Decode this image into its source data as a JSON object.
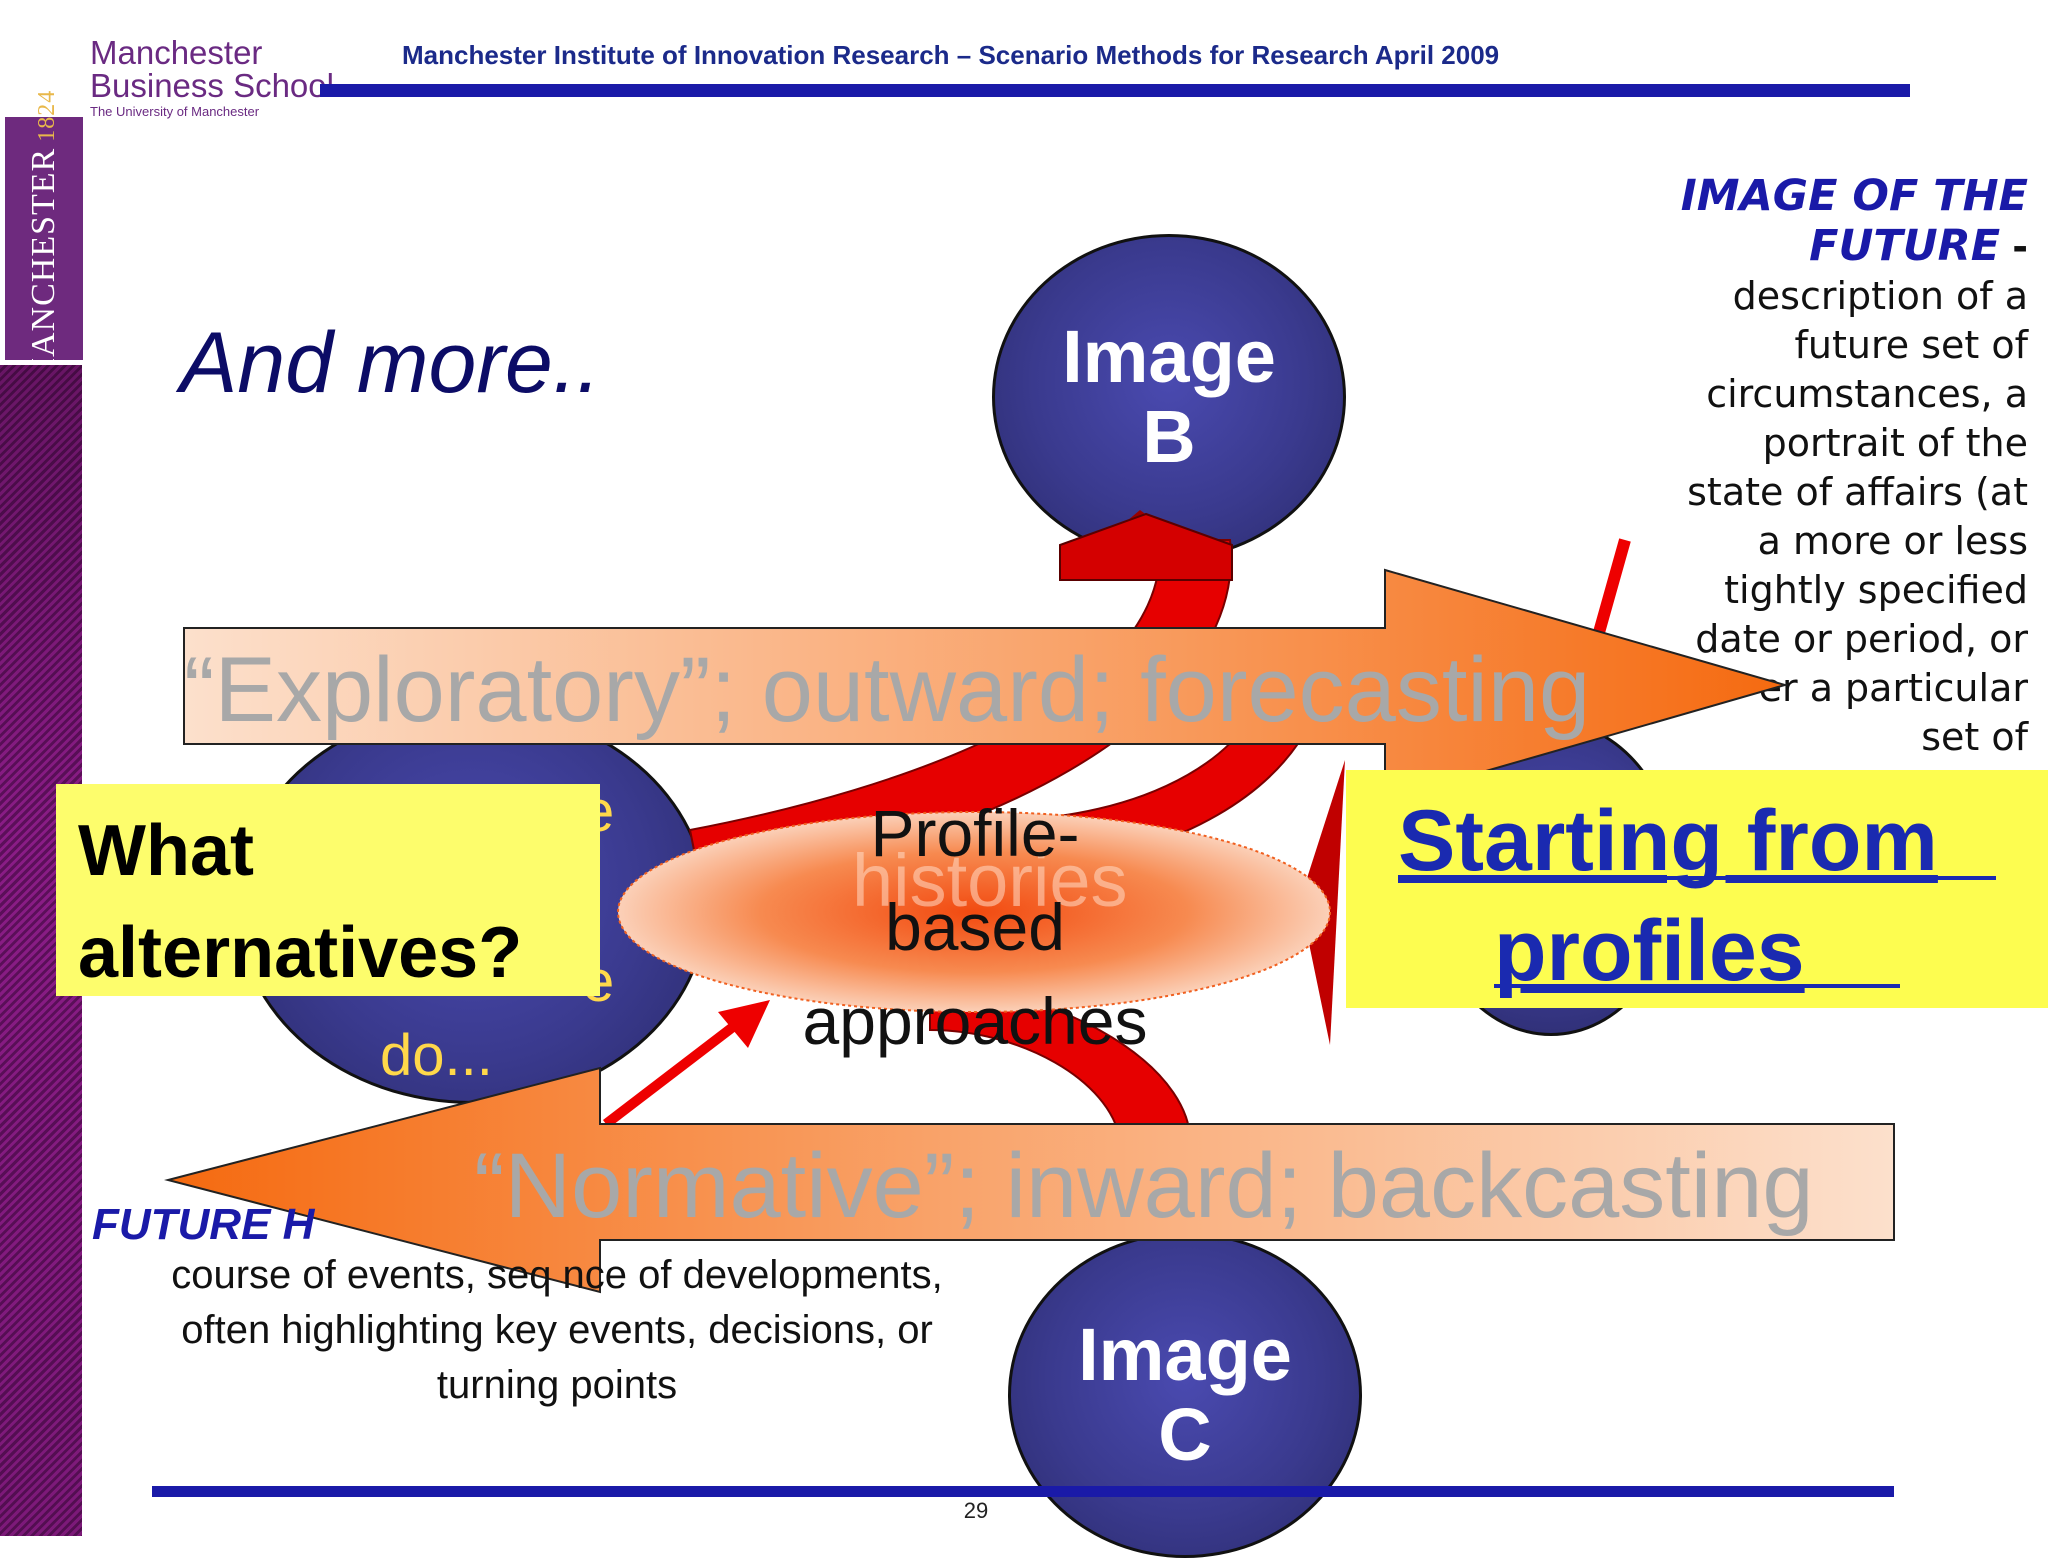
{
  "header": {
    "logo": {
      "line1": "Manchester",
      "line2": "Business School",
      "line3": "The University of Manchester"
    },
    "title": "Manchester Institute of Innovation Research – Scenario Methods for Research April 2009"
  },
  "sidebar": {
    "logo_text": "MANCHESTER",
    "logo_year": "1824"
  },
  "slide": {
    "title": "And more..",
    "number": "29"
  },
  "image_future": {
    "term": "IMAGE OF THE FUTURE",
    "dash": "-",
    "lines": [
      "description of a",
      "future set of",
      "circumstances, a",
      "portrait of the",
      "state of affairs (at",
      "a more or less",
      "tightly specified",
      "date or period, or",
      "er a particular",
      "set of"
    ]
  },
  "future_history": {
    "term": "FUTURE H",
    "lines": [
      "course of events, seq    nce of developments,",
      "often highlighting key events, decisions, or",
      "turning points"
    ]
  },
  "diagram": {
    "image_b": [
      "Image",
      "B"
    ],
    "image_c": [
      "Image",
      "C"
    ],
    "circle_a_label": "do...",
    "fragment_top": "e",
    "fragment_bottom": "e",
    "exploratory": "“Exploratory”; outward; forecasting",
    "normative": "“Normative”; inward; backcasting",
    "profile_lines": [
      "Profile-",
      "based",
      "approaches"
    ],
    "histories_ghost": "histories"
  },
  "callouts": {
    "what_alternatives": [
      "What",
      "alternatives?"
    ],
    "starting_from_profiles": [
      "Starting from",
      "profiles"
    ]
  },
  "colors": {
    "navy": "#1a1aa8",
    "purple": "#6e2a7e",
    "yellow": "#fdfd6c",
    "orange_arrow": "#f97a1e",
    "red_curve": "#e00000",
    "circle_fill": "#3a3a8e"
  }
}
